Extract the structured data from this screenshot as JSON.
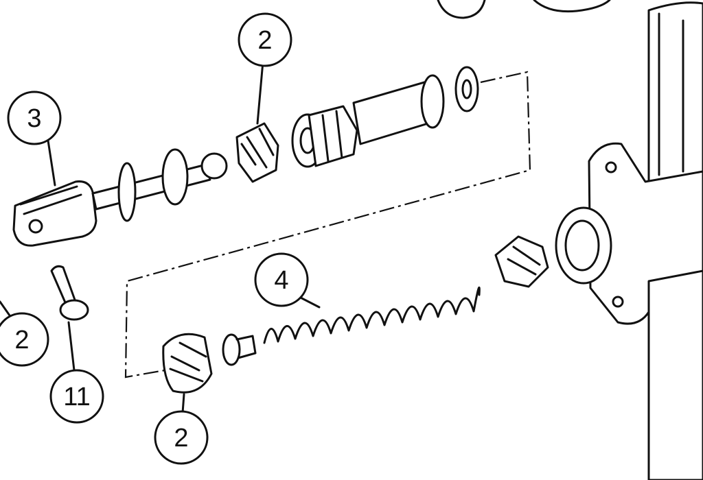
{
  "diagram": {
    "callouts": [
      {
        "id": "c2-top",
        "label": "2"
      },
      {
        "id": "c3",
        "label": "3"
      },
      {
        "id": "c4",
        "label": "4"
      },
      {
        "id": "c2-left",
        "label": "2"
      },
      {
        "id": "c11",
        "label": "11"
      },
      {
        "id": "c2-bottom",
        "label": "2"
      }
    ]
  },
  "colors": {
    "ink": "#111111",
    "paper": "#ffffff"
  }
}
